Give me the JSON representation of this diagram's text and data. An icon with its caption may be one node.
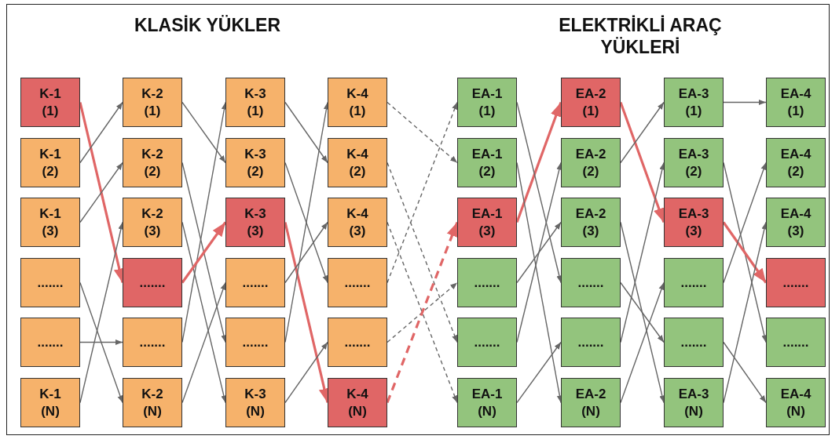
{
  "diagram": {
    "nodes": [
      {
        "text": [
          "K-1 (1)"
        ]
      },
      {
        "text": [
          "K-1 (2)"
        ]
      },
      {
        "text": [
          "K-1 (3)"
        ]
      },
      {
        "text": [
          "......."
        ]
      },
      {
        "text": [
          "......."
        ]
      },
      {
        "text": [
          "K-1 (N)"
        ]
      },
      {
        "text": [
          "K-2 (1)"
        ]
      },
      {
        "text": [
          "K-2 (2)"
        ]
      },
      {
        "text": [
          "K-2 (3)"
        ]
      },
      {
        "text": [
          "......."
        ]
      },
      {
        "text": [
          "......."
        ]
      },
      {
        "text": [
          "K-2 (N)"
        ]
      },
      {
        "text": [
          "K-3 (1)"
        ]
      },
      {
        "text": [
          "K-3 (2)"
        ]
      },
      {
        "text": [
          "K-3 (3)"
        ]
      },
      {
        "text": [
          "......."
        ]
      },
      {
        "text": [
          "......."
        ]
      },
      {
        "text": [
          "K-3 (N)"
        ]
      },
      {
        "text": [
          "K-4 (1)"
        ]
      },
      {
        "text": [
          "K-4 (2)"
        ]
      },
      {
        "text": [
          "K-4 (3)"
        ]
      },
      {
        "text": [
          "......."
        ]
      },
      {
        "text": [
          "......."
        ]
      },
      {
        "text": [
          "K-4 (N)"
        ]
      },
      {
        "text": [
          "EA-1 (1)"
        ]
      },
      {
        "text": [
          "EA-1 (2)"
        ]
      },
      {
        "text": [
          "EA-1 (3)"
        ]
      },
      {
        "text": [
          "......."
        ]
      },
      {
        "text": [
          "......."
        ]
      },
      {
        "text": [
          "EA-1 (N)"
        ]
      },
      {
        "text": [
          "EA-2 (1)"
        ]
      },
      {
        "text": [
          "EA-2 (2)"
        ]
      },
      {
        "text": [
          "EA-2 (3)"
        ]
      },
      {
        "text": [
          "......."
        ]
      },
      {
        "text": [
          "......."
        ]
      },
      {
        "text": [
          "EA-2 (N)"
        ]
      },
      {
        "text": [
          "EA-3 (1)"
        ]
      },
      {
        "text": [
          "EA-3 (2)"
        ]
      },
      {
        "text": [
          "EA-3 (3)"
        ]
      },
      {
        "text": [
          "......."
        ]
      },
      {
        "text": [
          "......."
        ]
      },
      {
        "text": [
          "EA-3 (N)"
        ]
      },
      {
        "text": [
          "EA-4 (1)"
        ]
      },
      {
        "text": [
          "EA-4 (2)"
        ]
      },
      {
        "text": [
          "EA-4 (3)"
        ]
      },
      {
        "text": [
          "......."
        ]
      },
      {
        "text": [
          "......."
        ]
      },
      {
        "text": [
          "EA-4 (N)"
        ]
      }
    ],
    "edges": [
      {
        "from": 0,
        "to": 9,
        "arrow": "to",
        "style": "thick",
        "color": "#e06666"
      },
      {
        "from": 1,
        "to": 6,
        "arrow": "to"
      },
      {
        "from": 2,
        "to": 7,
        "arrow": "to"
      },
      {
        "from": 5,
        "to": 8,
        "arrow": "to"
      },
      {
        "from": 3,
        "to": 11,
        "arrow": "to"
      },
      {
        "from": 4,
        "to": 10,
        "arrow": "to"
      },
      {
        "from": 6,
        "to": 13,
        "arrow": "to"
      },
      {
        "from": 7,
        "to": 16,
        "arrow": "to"
      },
      {
        "from": 8,
        "to": 17,
        "arrow": "to"
      },
      {
        "from": 10,
        "to": 12,
        "arrow": "to"
      },
      {
        "from": 11,
        "to": 15,
        "arrow": "to"
      },
      {
        "from": 9,
        "to": 14,
        "arrow": "to",
        "style": "thick",
        "color": "#e06666"
      },
      {
        "from": 12,
        "to": 19,
        "arrow": "to"
      },
      {
        "from": 13,
        "to": 21,
        "arrow": "to"
      },
      {
        "from": 14,
        "to": 23,
        "arrow": "to",
        "style": "thick",
        "color": "#e06666"
      },
      {
        "from": 15,
        "to": 20,
        "arrow": "to"
      },
      {
        "from": 16,
        "to": 18,
        "arrow": "to"
      },
      {
        "from": 17,
        "to": 22,
        "arrow": "to"
      },
      {
        "from": 18,
        "to": 25,
        "arrow": "to",
        "style": "dashed"
      },
      {
        "from": 19,
        "to": 28,
        "arrow": "to",
        "style": "dashed"
      },
      {
        "from": 20,
        "to": 29,
        "arrow": "to",
        "style": "dashed"
      },
      {
        "from": 21,
        "to": 24,
        "arrow": "to",
        "style": "dashed"
      },
      {
        "from": 22,
        "to": 27,
        "arrow": "to",
        "style": "dashed"
      },
      {
        "from": 23,
        "to": 26,
        "arrow": "to",
        "style": "dashed",
        "color": "#e06666"
      },
      {
        "from": 26,
        "to": 30,
        "arrow": "to",
        "style": "thick",
        "color": "#e06666"
      },
      {
        "from": 24,
        "to": 33,
        "arrow": "to"
      },
      {
        "from": 25,
        "to": 35,
        "arrow": "to"
      },
      {
        "from": 27,
        "to": 32,
        "arrow": "to"
      },
      {
        "from": 28,
        "to": 31,
        "arrow": "to"
      },
      {
        "from": 29,
        "to": 34,
        "arrow": "to"
      },
      {
        "from": 30,
        "to": 38,
        "arrow": "to",
        "style": "thick",
        "color": "#e06666"
      },
      {
        "from": 31,
        "to": 36,
        "arrow": "to"
      },
      {
        "from": 32,
        "to": 41,
        "arrow": "to"
      },
      {
        "from": 33,
        "to": 40,
        "arrow": "to"
      },
      {
        "from": 34,
        "to": 37,
        "arrow": "to"
      },
      {
        "from": 35,
        "to": 39,
        "arrow": "to"
      },
      {
        "from": 36,
        "to": 42,
        "arrow": "to"
      },
      {
        "from": 37,
        "to": 46,
        "arrow": "to"
      },
      {
        "from": 38,
        "to": 45,
        "arrow": "to",
        "style": "thick",
        "color": "#e06666"
      },
      {
        "from": 39,
        "to": 43,
        "arrow": "to"
      },
      {
        "from": 40,
        "to": 47,
        "arrow": "to"
      },
      {
        "from": 41,
        "to": 44,
        "arrow": "to"
      }
    ],
    "labels": [
      "KLASİK YÜKLER",
      "ELEKTRİKLİ ARAÇ YÜKLERİ"
    ]
  }
}
